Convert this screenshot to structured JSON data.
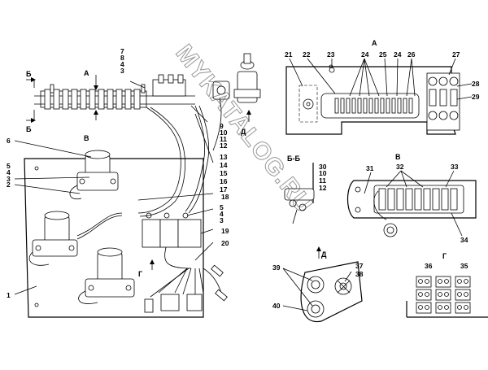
{
  "watermark": "MYKATALOG.RU",
  "section_labels": {
    "A_top": "А",
    "A_view": "А",
    "B_top": "Б",
    "B_bot": "Б",
    "V_mark": "В",
    "V_view": "В",
    "D_mark": "Д",
    "D_view": "Д",
    "G_mark": "Г",
    "G_view": "Г",
    "BB_view": "Б-Б"
  },
  "callouts": {
    "c1": "1",
    "c2": "2",
    "c6": "6",
    "stack_7_8_4_3": [
      "7",
      "8",
      "4",
      "3"
    ],
    "stack_5_4_3_left": [
      "5",
      "4",
      "3"
    ],
    "stack_9_10_11_12": [
      "9",
      "10",
      "11",
      "12"
    ],
    "stack_13_17": [
      "13",
      "14",
      "15",
      "16",
      "17"
    ],
    "c18": "18",
    "c19": "19",
    "c20": "20",
    "stack_5_4_3_right": [
      "5",
      "4",
      "3"
    ],
    "c21": "21",
    "c22": "22",
    "c23": "23",
    "c24a": "24",
    "c25": "25",
    "c24b": "24",
    "c26": "26",
    "c27": "27",
    "c28": "28",
    "c29": "29",
    "stack_30_12": [
      "30",
      "10",
      "11",
      "12"
    ],
    "c31": "31",
    "c32": "32",
    "c33": "33",
    "c34": "34",
    "c35": "35",
    "c36": "36",
    "c37": "37",
    "c38": "38",
    "c39": "39",
    "c40": "40"
  }
}
